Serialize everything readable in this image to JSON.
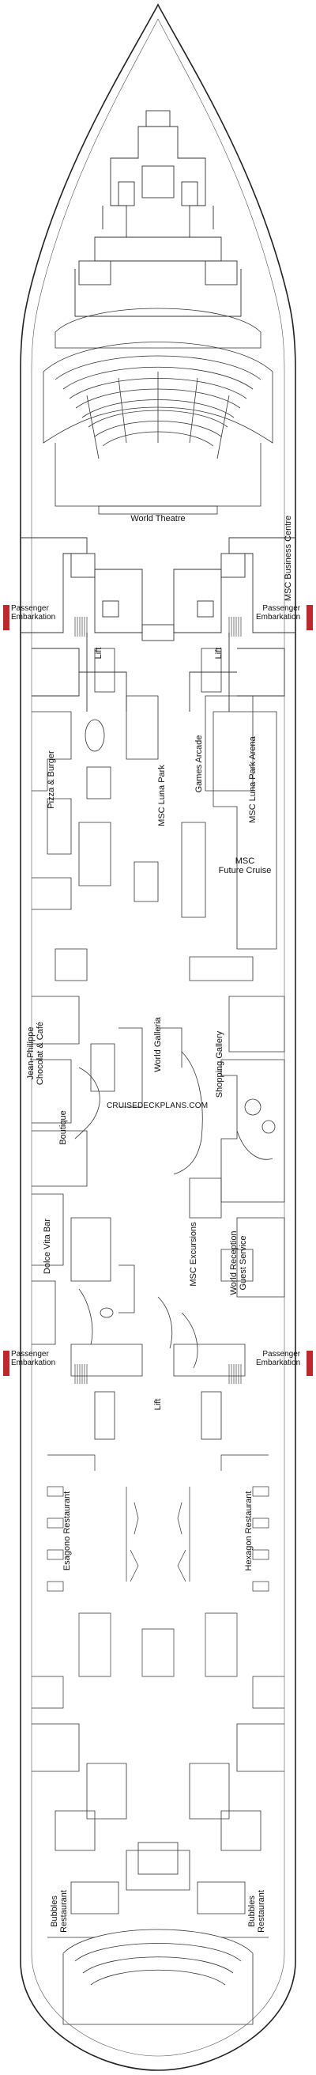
{
  "rooms": {
    "world_theatre": "World Theatre",
    "msc_business_centre": "MSC Business Centre",
    "lift": "Lift",
    "pizza_burger": "Pizza & Burger",
    "msc_luna_park": "MSC Luna Park",
    "games_arcade": "Games Arcade",
    "msc_luna_park_arena": "MSC Luna Park Arena",
    "msc_future_cruise_1": "MSC",
    "msc_future_cruise_2": "Future Cruise",
    "jean_philippe_1": "Jean-Philippe",
    "jean_philippe_2": "Chocolat & Café",
    "world_galleria": "World Galleria",
    "shopping_gallery": "Shopping Gallery",
    "boutique": "Boutique",
    "dolce_vita_bar": "Dolce Vita Bar",
    "msc_excursions": "MSC Excursions",
    "world_reception_1": "World Reception",
    "world_reception_2": "Guest Service",
    "esagono_restaurant": "Esagono Restaurant",
    "hexagon_restaurant": "Hexagon Restaurant",
    "bubbles_restaurant_1": "Bubbles",
    "bubbles_restaurant_2": "Restaurant"
  },
  "embarkation": {
    "line1": "Passenger",
    "line2": "Embarkation"
  },
  "watermark": "CRUISEDECKPLANS.COM",
  "colors": {
    "outline": "#222222",
    "embarkation_marker": "#c0272d"
  }
}
